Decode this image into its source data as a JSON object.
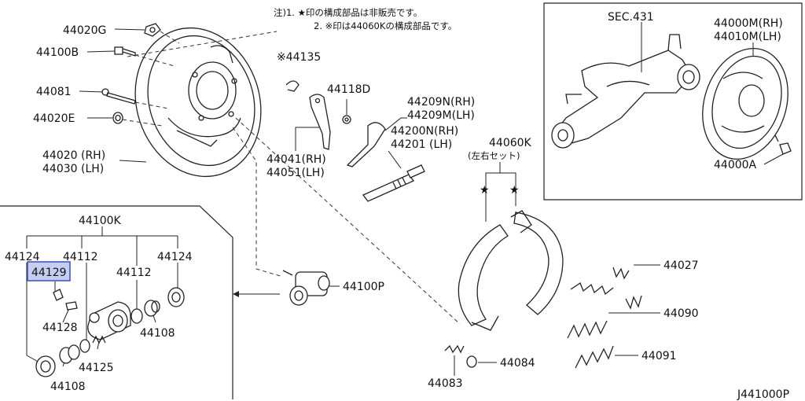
{
  "notes": {
    "line1": "注)1. ★印の構成部品は非販売です。",
    "line2": "2. ※印は44060Kの構成部品です。"
  },
  "labels": {
    "p44020G": "44020G",
    "p44100B": "44100B",
    "p44081": "44081",
    "p44020E": "44020E",
    "p44020rh": "44020 (RH)",
    "p44030lh": "44030 (LH)",
    "p44135": "※44135",
    "p44118D": "44118D",
    "p44041": "44041(RH)",
    "p44051": "44051(LH)",
    "p44209N": "44209N(RH)",
    "p44209M": "44209M(LH)",
    "p44200N": "44200N(RH)",
    "p44201": "44201 (LH)",
    "p44060K": "44060K",
    "p44060Ksub": "(左右セット)",
    "sec431": "SEC.431",
    "p44000M": "44000M(RH)",
    "p44010M": "44010M(LH)",
    "p44000A": "44000A",
    "p44100K": "44100K",
    "p44124a": "44124",
    "p44112a": "44112",
    "p44124b": "44124",
    "p44129": "44129",
    "p44112b": "44112",
    "p44128": "44128",
    "p44108a": "44108",
    "p44125": "44125",
    "p44108b": "44108",
    "p44100P": "44100P",
    "p44027": "44027",
    "p44090": "44090",
    "p44091": "44091",
    "p44084": "44084",
    "p44083": "44083",
    "diagramId": "J441000P"
  },
  "symbols": {
    "star": "★"
  },
  "colors": {
    "highlight": "#5a6fd6",
    "line": "#222222"
  }
}
